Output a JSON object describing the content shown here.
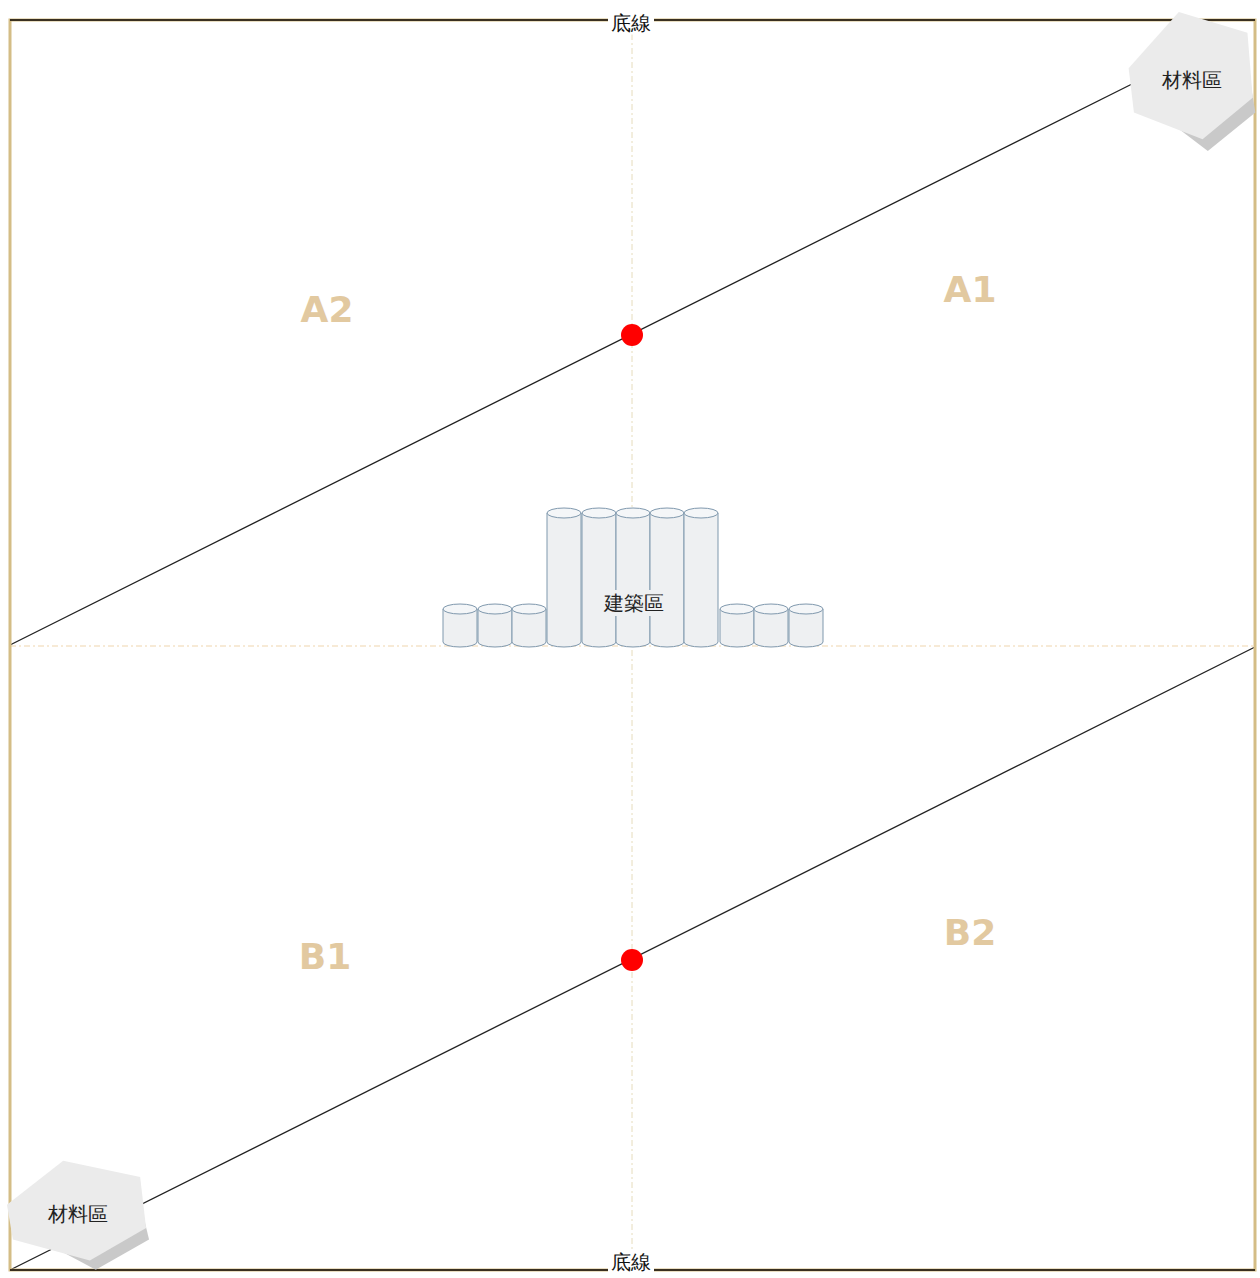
{
  "diagram": {
    "nodes": [
      {
        "text": [
          "材料區"
        ]
      },
      {
        "text": [
          "建築區"
        ]
      },
      {
        "text": [
          "材料區"
        ]
      }
    ],
    "labels": [
      "底線",
      "A2",
      "A1",
      "B1",
      "B2",
      "底線"
    ]
  }
}
